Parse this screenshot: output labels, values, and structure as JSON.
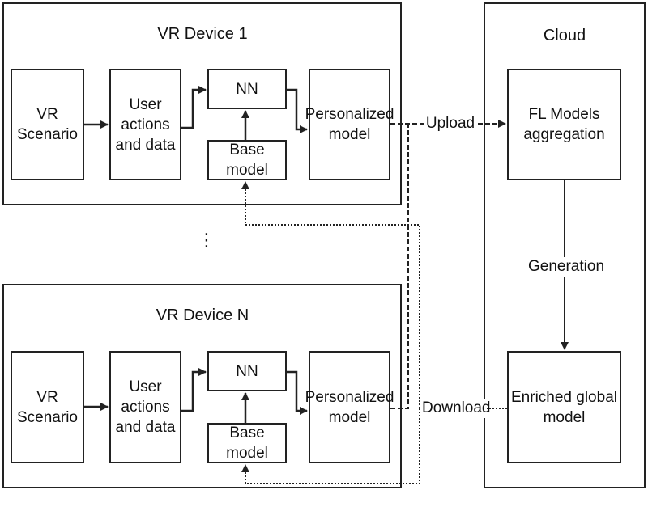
{
  "device1": {
    "title": "VR Device 1",
    "vr_scenario": "VR\nScenario",
    "user_actions": "User\nactions\nand data",
    "nn": "NN",
    "base_model": "Base model",
    "personalized": "Personalized\nmodel"
  },
  "ellipsis": "⋮",
  "deviceN": {
    "title": "VR Device N",
    "vr_scenario": "VR\nScenario",
    "user_actions": "User\nactions\nand data",
    "nn": "NN",
    "base_model": "Base model",
    "personalized": "Personalized\nmodel"
  },
  "cloud": {
    "title": "Cloud",
    "fl_aggregation": "FL Models\naggregation",
    "enriched_model": "Enriched global\nmodel"
  },
  "edges": {
    "upload": "Upload",
    "download": "Download",
    "generation": "Generation"
  }
}
